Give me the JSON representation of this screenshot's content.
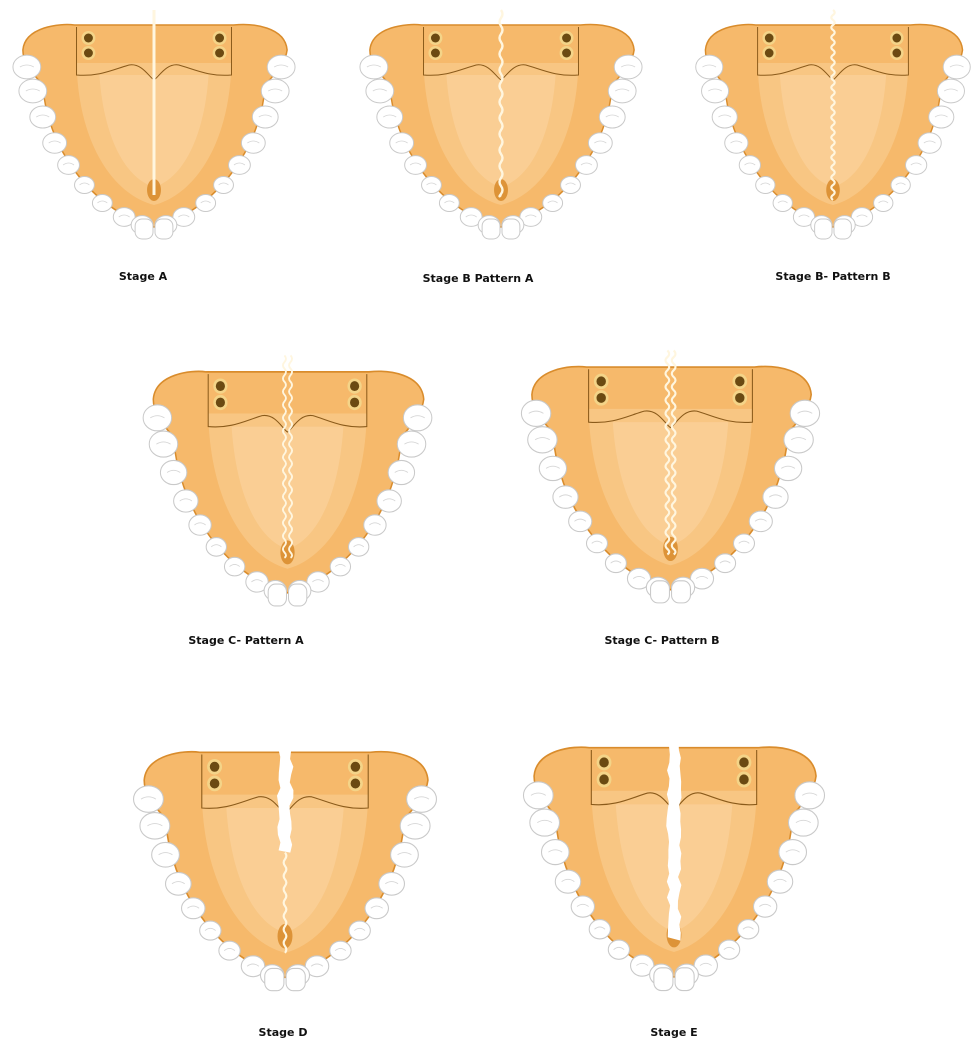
{
  "colors": {
    "palate": "#f6b96b",
    "palate_edge": "#d98c2c",
    "palate_inner": "#f9c98a",
    "palate_center": "#fbd6a2",
    "foramen": "#6b4a12",
    "foramen_ring": "#f4d488",
    "tooth": "#ffffff",
    "tooth_edge": "#c9c9c9",
    "suture": "#fff6df",
    "incisive_papilla": "#d88a2a"
  },
  "stages": [
    {
      "label": "Stage A",
      "suture_type": "straight"
    },
    {
      "label": "Stage B Pattern A",
      "suture_type": "wavy"
    },
    {
      "label": "Stage B- Pattern B",
      "suture_type": "wavy-dense"
    },
    {
      "label": "Stage C- Pattern A",
      "suture_type": "double-wavy"
    },
    {
      "label": "Stage C- Pattern B",
      "suture_type": "double-wavy-fused"
    },
    {
      "label": "Stage D",
      "suture_type": "fused-posterior"
    },
    {
      "label": "Stage E",
      "suture_type": "fused-complete"
    }
  ]
}
